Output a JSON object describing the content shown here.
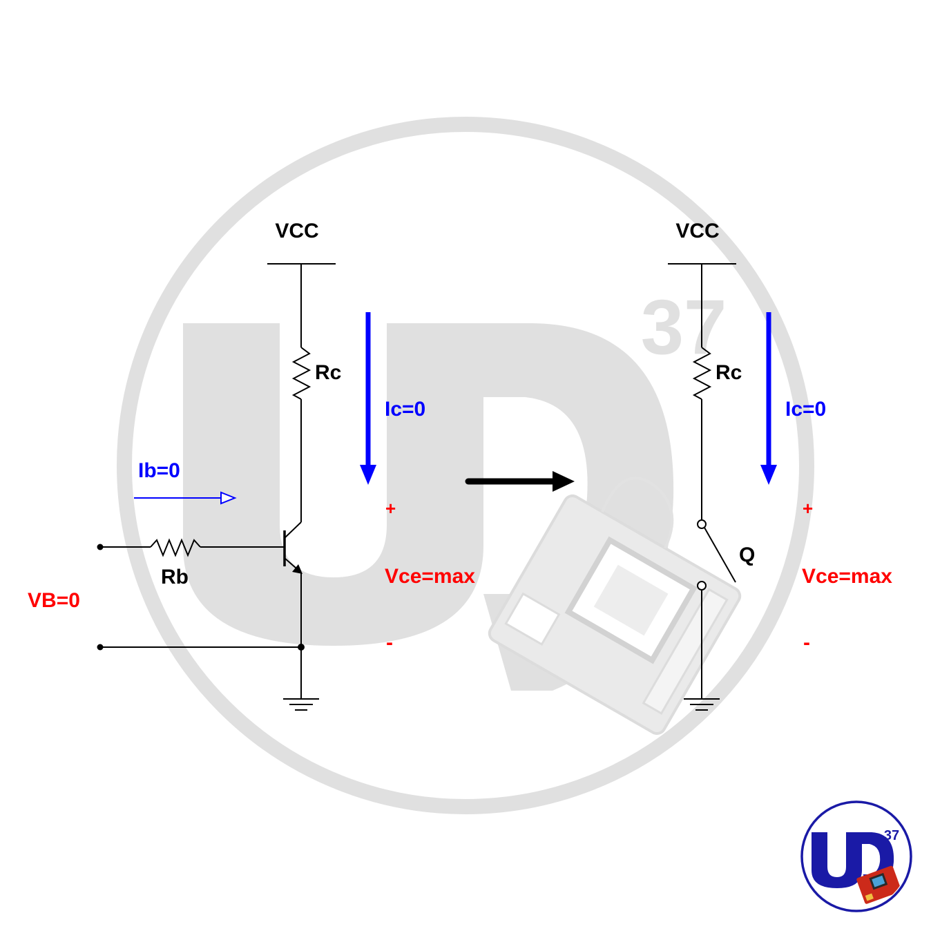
{
  "colors": {
    "wire": "#000000",
    "current": "#0000ff",
    "voltage": "#ff0000",
    "watermark": "#e0e0e0",
    "logo_ring": "#1a1aa6",
    "board": "#cc2a1a"
  },
  "watermark": {
    "logo_text": "UD",
    "logo_superscript": "37"
  },
  "left_circuit": {
    "supply_label": "VCC",
    "rc_label": "Rc",
    "rb_label": "Rb",
    "base_voltage_label": "VB=0",
    "base_current_label": "Ib=0",
    "collector_current_label": "Ic=0",
    "plus_label": "+",
    "vce_label": "Vce=max",
    "minus_label": "-"
  },
  "right_circuit": {
    "supply_label": "VCC",
    "rc_label": "Rc",
    "switch_label": "Q",
    "collector_current_label": "Ic=0",
    "plus_label": "+",
    "vce_label": "Vce=max",
    "minus_label": "-"
  },
  "corner_logo": {
    "text": "UD",
    "superscript": "37"
  }
}
